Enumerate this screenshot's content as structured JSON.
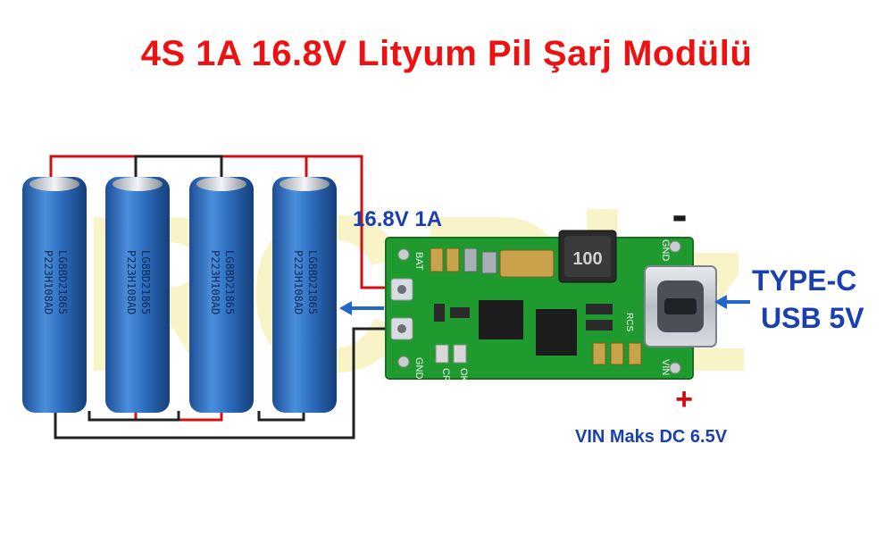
{
  "title": "4S 1A 16.8V Lityum Pil Şarj Modülü",
  "watermark": "RCPiz",
  "labels": {
    "output": "16.8V 1A",
    "type_c": "TYPE-C",
    "usb": "USB 5V",
    "vin": "VIN Maks DC 6.5V",
    "minus": "-",
    "plus": "+"
  },
  "cells": [
    {
      "print_line1": "LG8BD21865",
      "print_line2": "P223H108AD"
    },
    {
      "print_line1": "LG8BD21865",
      "print_line2": "P223H108AD"
    },
    {
      "print_line1": "LG8BD21865",
      "print_line2": "P223H108AD"
    },
    {
      "print_line1": "LG8BD21865",
      "print_line2": "P223H108AD"
    }
  ],
  "board": {
    "pad_bat": "BAT",
    "pad_gnd_left": "GND",
    "pad_gnd_right": "GND",
    "pad_vin": "VIN",
    "inductor": "100",
    "silk_cr": "CR",
    "silk_ok": "OK",
    "silk_rcs": "RCS"
  },
  "colors": {
    "title": "#ee1111",
    "label_blue": "#1a3fb0",
    "battery": "#2e6fc0",
    "board": "#1f9a2e",
    "wire_red": "#d01010",
    "wire_black": "#222222",
    "watermark": "#f3ec9a"
  }
}
